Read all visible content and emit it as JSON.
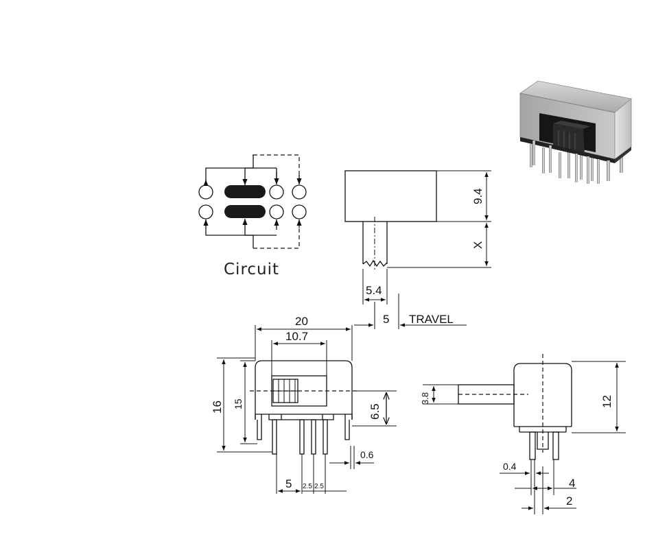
{
  "circuit": {
    "label": "Circuit"
  },
  "side_view": {
    "dim_body_height": "9.4",
    "dim_actuator_length": "X",
    "dim_actuator_width": "5.4",
    "dim_travel_value": "5",
    "dim_travel_label": "TRAVEL"
  },
  "front_view": {
    "dim_overall_width": "20",
    "dim_slot_width": "10.7",
    "dim_overall_height": "16",
    "dim_body_height": "15",
    "dim_center_height": "6.5",
    "dim_pin_thickness": "0.6",
    "dim_pin_pitch_outer": "5",
    "dim_pin_pitch_a": "2.5",
    "dim_pin_pitch_b": "2.5"
  },
  "end_view": {
    "dim_actuator_height": "3.8",
    "dim_body_height": "12",
    "dim_pin_thickness": "0.4",
    "dim_pin_spacing": "4",
    "dim_pin_offset": "2"
  },
  "photo": {
    "icon": "slide-switch-photo"
  }
}
